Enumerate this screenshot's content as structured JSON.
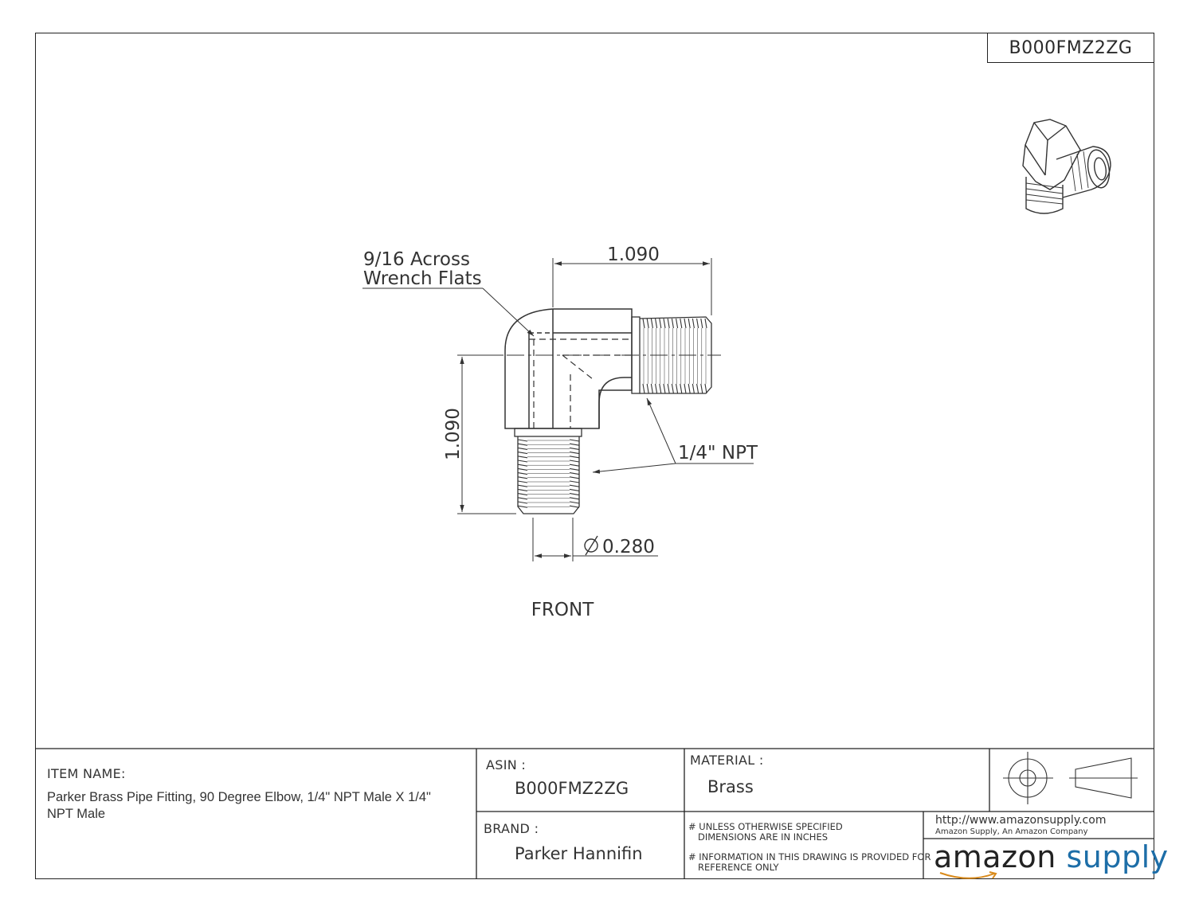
{
  "drawing": {
    "part_tag": "B000FMZ2ZG",
    "view_label": "FRONT",
    "callouts": {
      "wrench_flats_line1": "9/16 Across",
      "wrench_flats_line2": "Wrench Flats",
      "thread": "1/4\" NPT"
    },
    "dimensions": {
      "horizontal": "1.090",
      "vertical": "1.090",
      "diameter": "0.280"
    }
  },
  "title_block": {
    "item_name_label": "ITEM NAME:",
    "item_name_line1": "Parker Brass Pipe Fitting, 90 Degree Elbow, 1/4\" NPT Male X 1/4\"",
    "item_name_line2": "NPT Male",
    "asin_label": "ASIN :",
    "asin_value": "B000FMZ2ZG",
    "material_label": "MATERIAL :",
    "material_value": "Brass",
    "brand_label": "BRAND :",
    "brand_value": "Parker Hannifin",
    "note1_line1": "# UNLESS OTHERWISE SPECIFIED",
    "note1_line2": "DIMENSIONS ARE IN INCHES",
    "note2_line1": "# INFORMATION IN THIS DRAWING IS PROVIDED FOR",
    "note2_line2": "REFERENCE ONLY",
    "url": "http://www.amazonsupply.com",
    "company": "Amazon Supply, An Amazon Company",
    "logo_left": "amazon",
    "logo_right": "supply"
  },
  "colors": {
    "line": "#222222",
    "logo_blue": "#1d6ea8"
  }
}
